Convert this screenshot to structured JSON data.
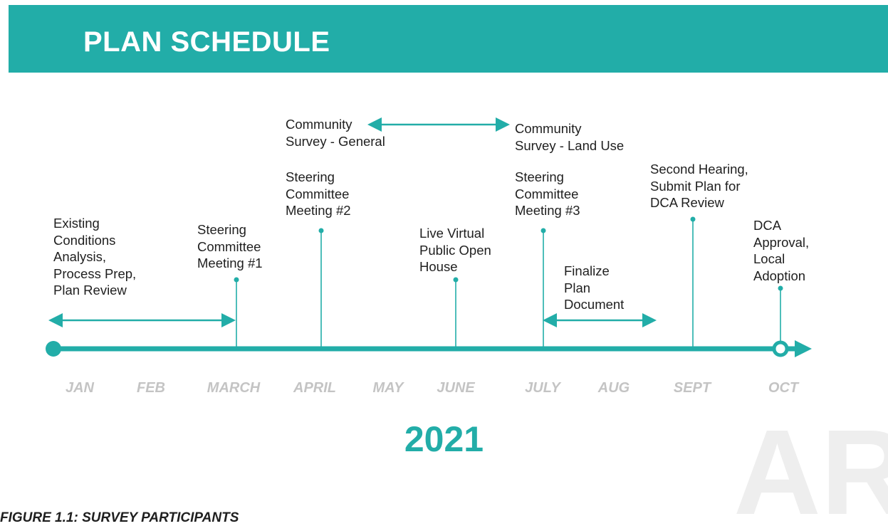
{
  "header": {
    "title": "PLAN SCHEDULE",
    "background": "#22ada8"
  },
  "accent_color": "#22ada8",
  "events": [
    {
      "label_lines": [
        "Existing",
        "Conditions",
        "Analysis,",
        "Process Prep,",
        "Plan Review"
      ]
    },
    {
      "label_lines": [
        "Steering",
        "Committee",
        "Meeting #1"
      ]
    },
    {
      "label_lines": [
        "Steering",
        "Committee",
        "Meeting #2"
      ]
    },
    {
      "label_lines": [
        "Live Virtual",
        "Public Open",
        "House"
      ]
    },
    {
      "label_lines": [
        "Steering",
        "Committee",
        "Meeting #3"
      ]
    },
    {
      "label_lines": [
        "Finalize",
        "Plan",
        "Document"
      ]
    },
    {
      "label_lines": [
        "Second Hearing,",
        "Submit Plan for",
        "DCA Review"
      ]
    },
    {
      "label_lines": [
        "DCA",
        "Approval,",
        "Local",
        "Adoption"
      ]
    },
    {
      "label_lines": [
        "Community",
        "Survey - General"
      ]
    },
    {
      "label_lines": [
        "Community",
        "Survey - Land Use"
      ]
    }
  ],
  "months": [
    "JAN",
    "FEB",
    "MARCH",
    "APRIL",
    "MAY",
    "JUNE",
    "JULY",
    "AUG",
    "SEPT",
    "OCT"
  ],
  "year": "2021",
  "caption": "FIGURE 1.1: SURVEY PARTICIPANTS",
  "watermark": "ARC"
}
